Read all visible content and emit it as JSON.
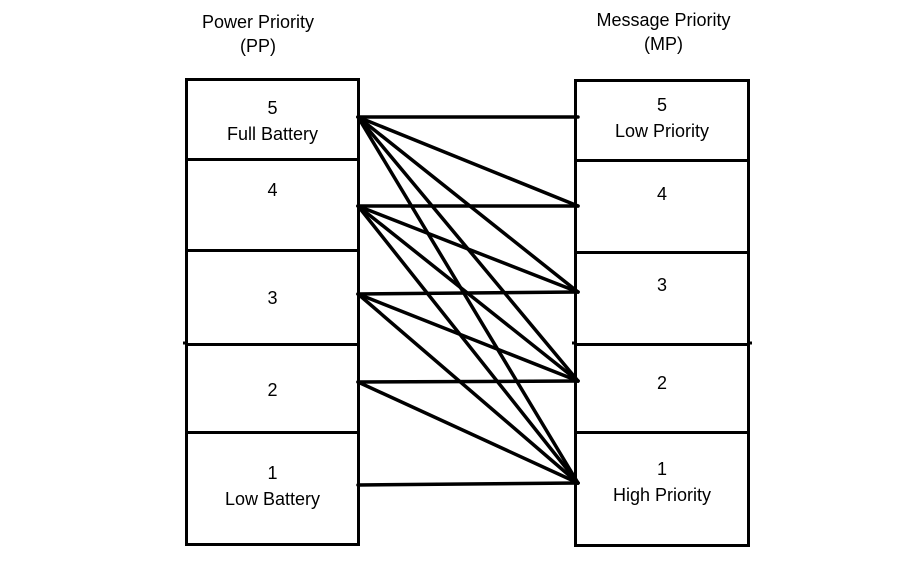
{
  "power_priority": {
    "title_line1": "Power Priority",
    "title_line2": "(PP)",
    "levels": [
      {
        "value": "5",
        "desc": "Full Battery"
      },
      {
        "value": "4",
        "desc": ""
      },
      {
        "value": "3",
        "desc": ""
      },
      {
        "value": "2",
        "desc": ""
      },
      {
        "value": "1",
        "desc": "Low Battery"
      }
    ]
  },
  "message_priority": {
    "title_line1": "Message Priority",
    "title_line2": "(MP)",
    "levels": [
      {
        "value": "5",
        "desc": "Low Priority"
      },
      {
        "value": "4",
        "desc": ""
      },
      {
        "value": "3",
        "desc": ""
      },
      {
        "value": "2",
        "desc": ""
      },
      {
        "value": "1",
        "desc": "High Priority"
      }
    ]
  },
  "connections": [
    {
      "pp": 5,
      "mp": 5
    },
    {
      "pp": 5,
      "mp": 4
    },
    {
      "pp": 5,
      "mp": 3
    },
    {
      "pp": 5,
      "mp": 2
    },
    {
      "pp": 5,
      "mp": 1
    },
    {
      "pp": 4,
      "mp": 4
    },
    {
      "pp": 4,
      "mp": 3
    },
    {
      "pp": 4,
      "mp": 2
    },
    {
      "pp": 4,
      "mp": 1
    },
    {
      "pp": 3,
      "mp": 3
    },
    {
      "pp": 3,
      "mp": 2
    },
    {
      "pp": 3,
      "mp": 1
    },
    {
      "pp": 2,
      "mp": 2
    },
    {
      "pp": 2,
      "mp": 1
    },
    {
      "pp": 1,
      "mp": 1
    }
  ],
  "line_color": "#000000"
}
